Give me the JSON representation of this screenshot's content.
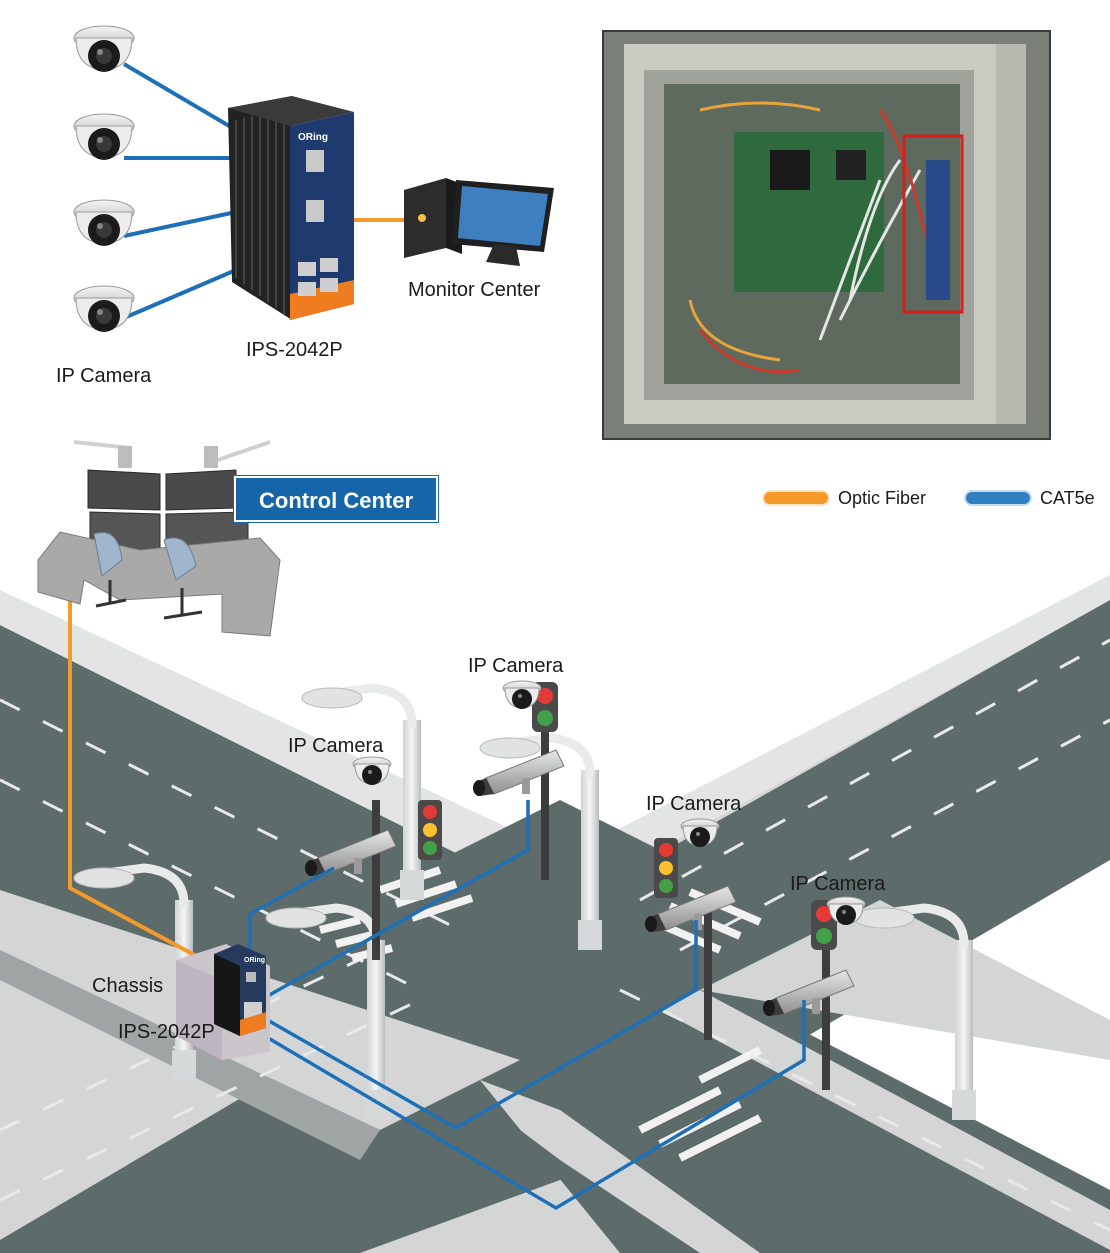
{
  "top_diagram": {
    "switch_model": "IPS-2042P",
    "camera_label": "IP Camera",
    "monitor_label": "Monitor Center",
    "brand_text": "ORing"
  },
  "control_center": {
    "label": "Control Center"
  },
  "legend": {
    "optic_fiber": {
      "label": "Optic Fiber",
      "color": "#f39a2b"
    },
    "cat5e": {
      "label": "CAT5e",
      "color": "#2f7fc1"
    }
  },
  "intersection": {
    "chassis_label": "Chassis",
    "switch_model": "IPS-2042P",
    "brand_text": "ORing",
    "cameras": [
      {
        "label": "IP Camera"
      },
      {
        "label": "IP Camera"
      },
      {
        "label": "IP Camera"
      },
      {
        "label": "IP Camera"
      }
    ]
  },
  "colors": {
    "road": "#5d6b6b",
    "sidewalk": "#d4d6d6",
    "link_blue": "#1d6fb8",
    "fiber_orange": "#f39a2b"
  }
}
